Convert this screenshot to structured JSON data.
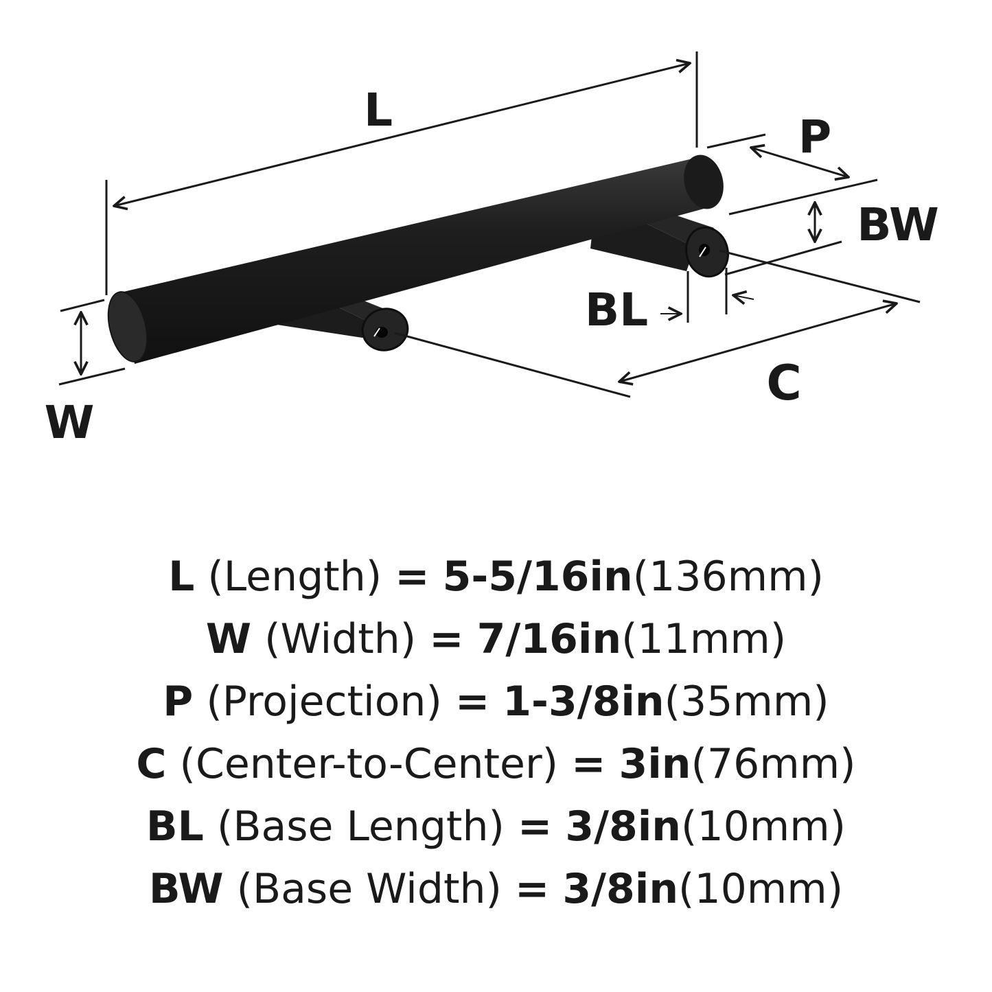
{
  "diagram": {
    "labels": {
      "length": "L",
      "projection": "P",
      "base_width": "BW",
      "base_length": "BL",
      "center": "C",
      "width": "W"
    }
  },
  "specs": [
    {
      "symbol": "L",
      "name": "(Length)",
      "eq": "=",
      "value": "5-5/16in",
      "metric": "(136mm)"
    },
    {
      "symbol": "W",
      "name": "(Width)",
      "eq": "=",
      "value": "7/16in",
      "metric": "(11mm)"
    },
    {
      "symbol": "P",
      "name": "(Projection)",
      "eq": "=",
      "value": "1-3/8in",
      "metric": "(35mm)"
    },
    {
      "symbol": "C",
      "name": "(Center-to-Center)",
      "eq": "=",
      "value": "3in",
      "metric": "(76mm)"
    },
    {
      "symbol": "BL",
      "name": "(Base Length)",
      "eq": "=",
      "value": "3/8in",
      "metric": "(10mm)"
    },
    {
      "symbol": "BW",
      "name": "(Base Width)",
      "eq": "=",
      "value": "3/8in",
      "metric": "(10mm)"
    }
  ],
  "colors": {
    "ink": "#1a1a1a",
    "handle": "#1c1c1c",
    "background": "#ffffff"
  }
}
